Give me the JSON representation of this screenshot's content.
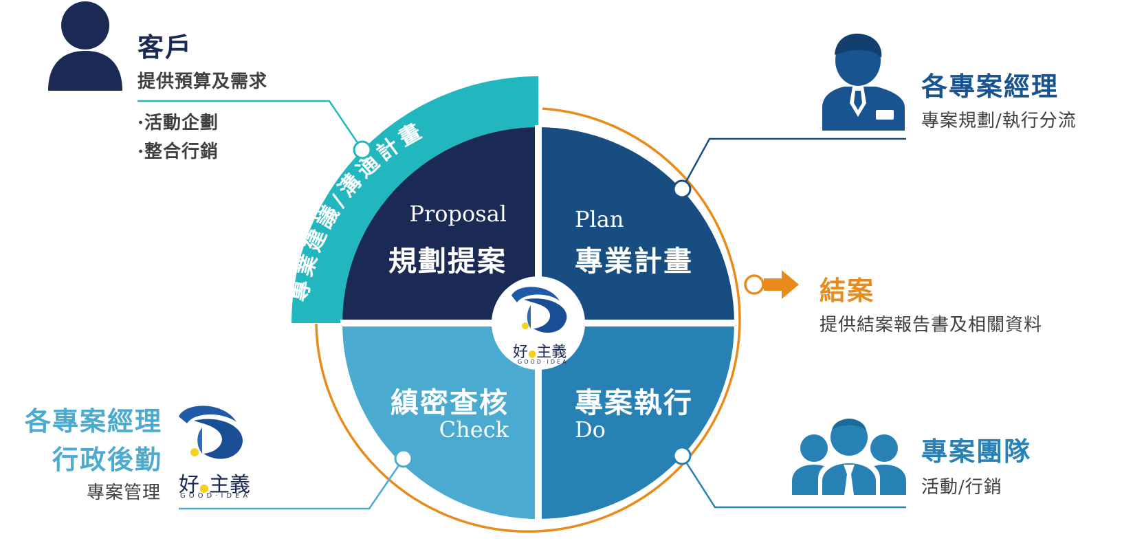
{
  "colors": {
    "navy": "#1b2a55",
    "blue": "#174d80",
    "light_blue": "#4aaad0",
    "mid_blue": "#2781b5",
    "teal": "#22b7bf",
    "orange": "#e88b1a",
    "text_gray": "#3f3f3f"
  },
  "client": {
    "title": "客戶",
    "subtitle": "提供預算及需求",
    "items": [
      "·活動企劃",
      "·整合行銷"
    ]
  },
  "arc_label": "專業建議/溝通計畫",
  "quadrants": {
    "proposal": {
      "en": "Proposal",
      "zh": "規劃提案"
    },
    "plan": {
      "en": "Plan",
      "zh": "專業計畫"
    },
    "check": {
      "en": "Check",
      "zh": "縝密查核"
    },
    "do": {
      "en": "Do",
      "zh": "專案執行"
    }
  },
  "center_logo": {
    "name": "好",
    "name2": "主義",
    "tagline": "GOOD·IDEA"
  },
  "pm": {
    "title": "各專案經理",
    "subtitle": "專案規劃/執行分流"
  },
  "closing": {
    "title": "結案",
    "subtitle": "提供結案報告書及相關資料"
  },
  "team": {
    "title": "專案團隊",
    "subtitle": "活動/行銷"
  },
  "admin": {
    "line1": "各專案經理",
    "line2": "行政後勤",
    "subtitle": "專案管理",
    "logo_name": "好",
    "logo_name2": "主義",
    "logo_tagline": "GOOD·IDEA"
  }
}
